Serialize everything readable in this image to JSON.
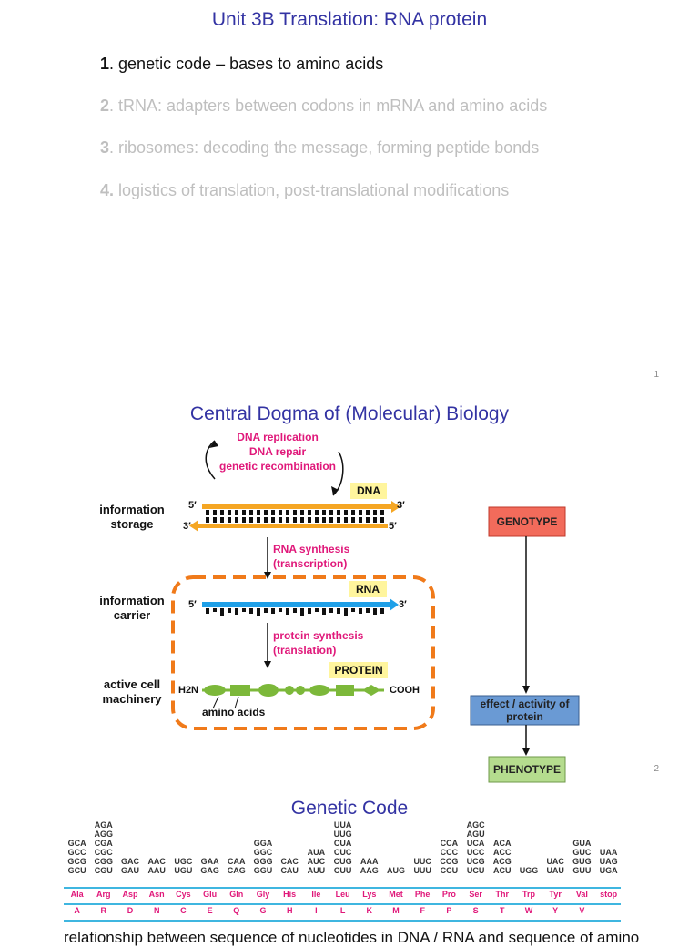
{
  "slide1": {
    "title": "Unit 3B Translation: RNA  protein",
    "page": "1",
    "bullets": [
      {
        "num": "1",
        "sep": ".",
        "text": " genetic code – bases to amino acids"
      },
      {
        "num": "2",
        "sep": ".",
        "text": " tRNA: adapters between codons in mRNA and amino acids"
      },
      {
        "num": "3",
        "sep": ".",
        "text": " ribosomes: decoding the message, forming peptide bonds"
      },
      {
        "num": "4.",
        "sep": "",
        "text": " logistics of translation, post-translational modifications"
      }
    ]
  },
  "slide2": {
    "title": "Central Dogma of (Molecular) Biology",
    "page": "2",
    "replication": [
      "DNA replication",
      "DNA repair",
      "genetic recombination"
    ],
    "dna_label": "DNA",
    "rna_label": "RNA",
    "protein_label": "PROTEIN",
    "five_prime": "5′",
    "three_prime": "3′",
    "storage": [
      "information",
      "storage"
    ],
    "carrier": [
      "information",
      "carrier"
    ],
    "machinery": [
      "active cell",
      "machinery"
    ],
    "transcription": [
      "RNA synthesis",
      "(transcription)"
    ],
    "translation": [
      "protein synthesis",
      "(translation)"
    ],
    "amino_acids": "amino acids",
    "h2n": "H2N",
    "cooh": "COOH",
    "genotype": "GENOTYPE",
    "effect": [
      "effect / activity of",
      "protein"
    ],
    "phenotype": "PHENOTYPE",
    "colors": {
      "genotype": "#f26b5b",
      "effect": "#6a9ad4",
      "phenotype": "#b5dc8e",
      "dna": "#f5a623",
      "rna": "#1fa0e8",
      "protein": "#7cb83a",
      "dashed": "#f07a1a"
    }
  },
  "slide3": {
    "title": "Genetic Code",
    "columns": [
      {
        "codons": [
          "GCA",
          "GCC",
          "GCG",
          "GCU"
        ],
        "aa3": "Ala",
        "aa1": "A"
      },
      {
        "codons": [
          "AGA",
          "AGG",
          "CGA",
          "CGC",
          "CGG",
          "CGU"
        ],
        "aa3": "Arg",
        "aa1": "R"
      },
      {
        "codons": [
          "GAC",
          "GAU"
        ],
        "aa3": "Asp",
        "aa1": "D"
      },
      {
        "codons": [
          "AAC",
          "AAU"
        ],
        "aa3": "Asn",
        "aa1": "N"
      },
      {
        "codons": [
          "UGC",
          "UGU"
        ],
        "aa3": "Cys",
        "aa1": "C"
      },
      {
        "codons": [
          "GAA",
          "GAG"
        ],
        "aa3": "Glu",
        "aa1": "E"
      },
      {
        "codons": [
          "CAA",
          "CAG"
        ],
        "aa3": "Gln",
        "aa1": "Q"
      },
      {
        "codons": [
          "GGA",
          "GGC",
          "GGG",
          "GGU"
        ],
        "aa3": "Gly",
        "aa1": "G"
      },
      {
        "codons": [
          "CAC",
          "CAU"
        ],
        "aa3": "His",
        "aa1": "H"
      },
      {
        "codons": [
          "AUA",
          "AUC",
          "AUU"
        ],
        "aa3": "Ile",
        "aa1": "I"
      },
      {
        "codons": [
          "UUA",
          "UUG",
          "CUA",
          "CUC",
          "CUG",
          "CUU"
        ],
        "aa3": "Leu",
        "aa1": "L"
      },
      {
        "codons": [
          "AAA",
          "AAG"
        ],
        "aa3": "Lys",
        "aa1": "K"
      },
      {
        "codons": [
          "AUG"
        ],
        "aa3": "Met",
        "aa1": "M"
      },
      {
        "codons": [
          "UUC",
          "UUU"
        ],
        "aa3": "Phe",
        "aa1": "F"
      },
      {
        "codons": [
          "CCA",
          "CCC",
          "CCG",
          "CCU"
        ],
        "aa3": "Pro",
        "aa1": "P"
      },
      {
        "codons": [
          "AGC",
          "AGU",
          "UCA",
          "UCC",
          "UCG",
          "UCU"
        ],
        "aa3": "Ser",
        "aa1": "S"
      },
      {
        "codons": [
          "ACA",
          "ACC",
          "ACG",
          "ACU"
        ],
        "aa3": "Thr",
        "aa1": "T"
      },
      {
        "codons": [
          "UGG"
        ],
        "aa3": "Trp",
        "aa1": "W"
      },
      {
        "codons": [
          "UAC",
          "UAU"
        ],
        "aa3": "Tyr",
        "aa1": "Y"
      },
      {
        "codons": [
          "GUA",
          "GUC",
          "GUG",
          "GUU"
        ],
        "aa3": "Val",
        "aa1": "V"
      },
      {
        "codons": [
          "UAA",
          "UAG",
          "UGA"
        ],
        "aa3": "stop",
        "aa1": ""
      }
    ],
    "caption": "relationship between sequence of nucleotides in DNA / RNA and sequence of amino"
  }
}
